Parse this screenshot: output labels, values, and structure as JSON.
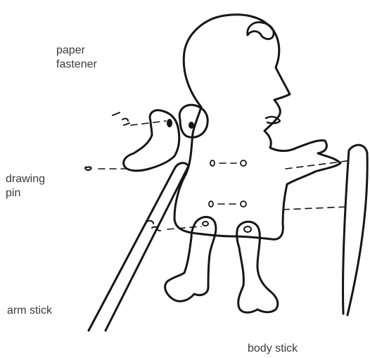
{
  "labels": {
    "paper_fastener_line1": "paper",
    "paper_fastener_line2": "fastener",
    "drawing_pin_line1": "drawing",
    "drawing_pin_line2": "pin",
    "arm_stick": "arm stick",
    "body_stick": "body stick"
  },
  "colors": {
    "ink": "#161616",
    "text": "#3a3a3a",
    "background": "#ffffff"
  }
}
